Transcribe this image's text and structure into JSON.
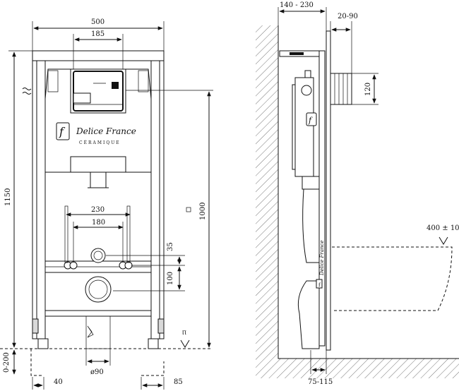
{
  "front_view": {
    "dim_width": "500",
    "dim_button": "185",
    "dim_height": "1150",
    "dim_frame_height": "1000",
    "dim_studs_outer": "230",
    "dim_studs_inner": "180",
    "dim_35": "35",
    "dim_100": "100",
    "dim_leg_adjust": "0-200",
    "dim_40": "40",
    "dim_85": "85",
    "dim_drain": "ø90"
  },
  "side_view": {
    "dim_wall_distance": "140 - 230",
    "dim_panel": "20-90",
    "dim_120": "120",
    "dim_bowl_height": "400 ± 10",
    "dim_75_115": "75-115"
  },
  "brand": {
    "name": "Delice France",
    "subline": "CÉRAMIQUE",
    "logo_letter": "f"
  }
}
